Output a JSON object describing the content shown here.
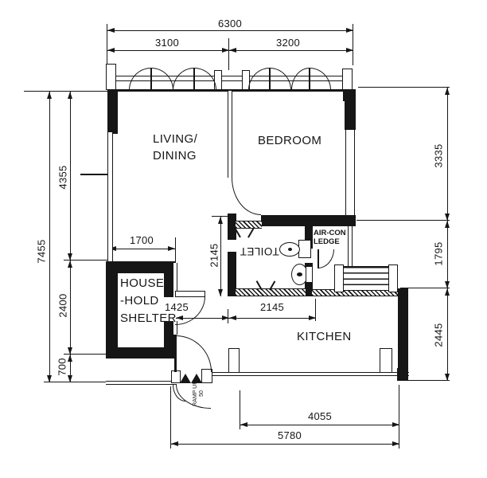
{
  "colors": {
    "ink": "#161616",
    "background": "#ffffff"
  },
  "rooms": {
    "living": {
      "line1": "LIVING/",
      "line2": "DINING"
    },
    "bedroom": "BEDROOM",
    "shelter": {
      "line1": "HOUSE",
      "line2": "-HOLD",
      "line3": "SHELTER"
    },
    "kitchen": "KITCHEN",
    "toilet": "TOILET",
    "aircon": {
      "line1": "AIR-CON",
      "line2": "LEDGE"
    }
  },
  "dimensions": {
    "top_total": "6300",
    "top_left": "3100",
    "top_right": "3200",
    "left_total": "7455",
    "left_upper": "4355",
    "left_middle": "2400",
    "left_lower": "700",
    "right_upper": "3335",
    "right_middle": "1795",
    "right_lower": "2445",
    "bottom_inner": "4055",
    "bottom_outer": "5780",
    "shelter_width": "1700",
    "passage_width": "1425",
    "toilet_width": "2145",
    "toilet_depth": "2145"
  },
  "annotations": {
    "ramp_line1": "RAMP UP",
    "ramp_line2": "50"
  }
}
